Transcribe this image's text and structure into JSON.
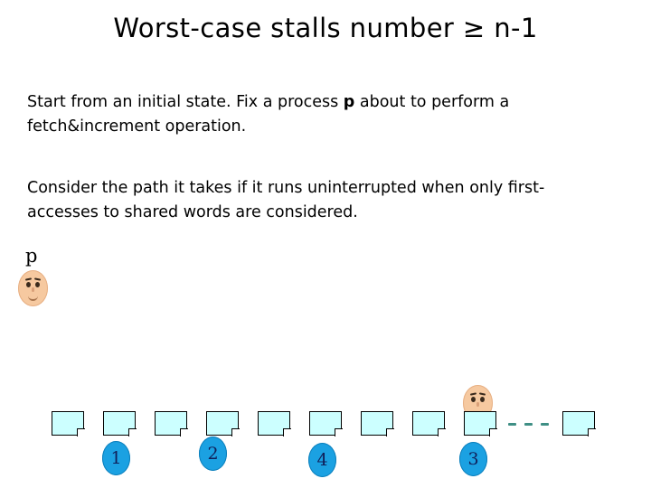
{
  "slide": {
    "title": "Worst-case stalls number ≥  n-1",
    "paragraphs": {
      "p1_before": "Start from an initial state. Fix a process ",
      "p1_bold": "p",
      "p1_after": "  about to perform  a fetch&increment operation.",
      "p2": "Consider the path it takes if it runs uninterrupted when only first-accesses to shared words are considered."
    },
    "process_label": "p",
    "diagram": {
      "boxes_count": 10,
      "ellipsis": "- - -",
      "steps": [
        {
          "label": "1"
        },
        {
          "label": "2"
        },
        {
          "label": "4"
        },
        {
          "label": "3"
        }
      ],
      "faces": [
        {
          "name": "process-p-head"
        },
        {
          "name": "process-head-at-word"
        }
      ]
    },
    "colors": {
      "box_fill": "#ccffff",
      "box_border": "#000000",
      "step_fill": "#1ba1e2",
      "step_text": "#10205a",
      "face_fill": "#f6c9a0",
      "dash": "#3f8f85",
      "title_text": "#000000",
      "body_text": "#000000"
    }
  }
}
